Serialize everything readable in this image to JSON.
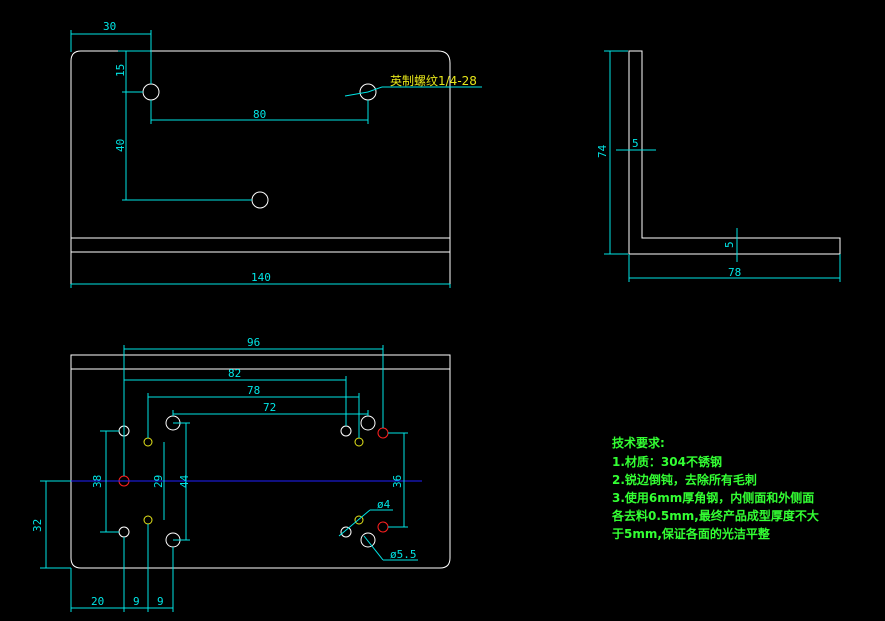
{
  "top_view": {
    "dims": {
      "w30": "30",
      "h15": "15",
      "w80": "80",
      "h40": "40",
      "w140": "140"
    },
    "thread_note": "英制螺纹1/4-28"
  },
  "side_view": {
    "dims": {
      "h74": "74",
      "t5_vertical": "5",
      "t5_horizontal": "5",
      "w78": "78"
    }
  },
  "bottom_view": {
    "dims": {
      "w96": "96",
      "w82": "82",
      "w78": "78",
      "w72": "72",
      "h38": "38",
      "h29": "29",
      "h44": "44",
      "h36": "36",
      "h32": "32",
      "w20": "20",
      "w9a": "9",
      "w9b": "9",
      "d4": "ø4",
      "d55": "ø5.5"
    }
  },
  "requirements": {
    "title": "技术要求:",
    "items": [
      "1.材质：304不锈钢",
      "2.锐边倒钝，去除所有毛刺",
      "3.使用6mm厚角钢，内侧面和外侧面",
      "各去料0.5mm,最终产品成型厚度不大",
      "于5mm,保证各面的光洁平整"
    ]
  },
  "colors": {
    "background": "#000000",
    "outline": "#ffffff",
    "dimension": "#00e5e5",
    "note": "#e6e61a",
    "requirements": "#33ff33",
    "center_line": "#2020ff",
    "red_hole": "#ff2020"
  }
}
